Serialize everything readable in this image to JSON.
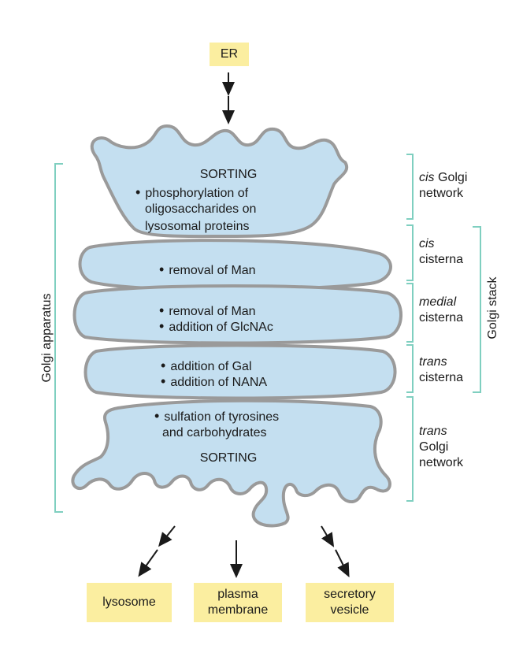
{
  "top_box": "ER",
  "bottom_boxes": {
    "lysosome": "lysosome",
    "plasma_line1": "plasma",
    "plasma_line2": "membrane",
    "secretory_line1": "secretory",
    "secretory_line2": "vesicle"
  },
  "cis_network": {
    "heading": "SORTING",
    "lines": [
      "phosphorylation of",
      "oligosaccharides on",
      "lysosomal proteins"
    ]
  },
  "cis_cisterna": {
    "line1": "removal of Man"
  },
  "medial_cisterna": {
    "line1": "removal of Man",
    "line2": "addition of GlcNAc"
  },
  "trans_cisterna": {
    "line1": "addition of Gal",
    "line2": "addition of NANA"
  },
  "trans_network": {
    "line1": "sulfation of tyrosines",
    "line2": "and carbohydrates",
    "heading": "SORTING"
  },
  "right_labels": {
    "cis_network_prefix": "cis",
    "cis_network_rest": "Golgi",
    "cis_network_line2": "network",
    "cis_cisterna_prefix": "cis",
    "cis_cisterna_line2": "cisterna",
    "medial_prefix": "medial",
    "medial_line2": "cisterna",
    "trans_cisterna_prefix": "trans",
    "trans_cisterna_line2": "cisterna",
    "trans_network_prefix": "trans",
    "trans_network_line2": "Golgi",
    "trans_network_line3": "network"
  },
  "side_labels": {
    "golgi_apparatus": "Golgi apparatus",
    "golgi_stack": "Golgi stack"
  },
  "colors": {
    "membrane_fill": "#c4dff0",
    "membrane_stroke": "#9a9a9a",
    "label_box": "#fbeea0",
    "bracket": "#7fcfc0"
  }
}
